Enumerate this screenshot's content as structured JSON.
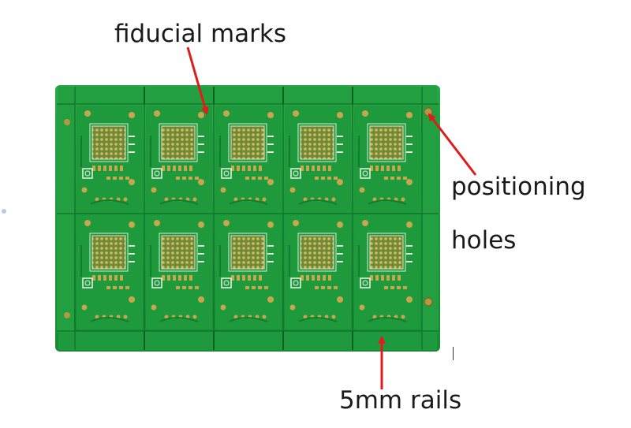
{
  "labels": {
    "fiducial_marks": "fiducial marks",
    "positioning": "positioning",
    "holes": "holes",
    "rails": "5mm rails"
  },
  "panel": {
    "rows": 2,
    "cols": 5,
    "board_color": "#1f9a3e",
    "pad_color": "#c9a64b"
  },
  "colors": {
    "arrow": "#e01b1b",
    "text": "#1a1a1a"
  }
}
